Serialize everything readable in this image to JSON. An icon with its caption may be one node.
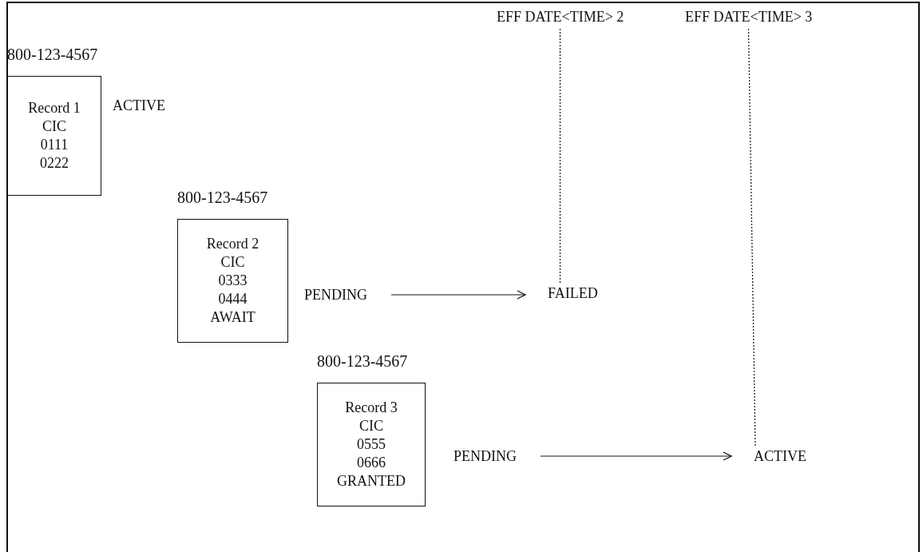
{
  "diagram": {
    "nodes": [
      {
        "text": [
          "EFF DATE<TIME> 2"
        ]
      },
      {
        "text": [
          "EFF DATE<TIME> 3"
        ]
      },
      {
        "text": [
          "800-123-4567",
          "Record 1",
          "CIC",
          "0111",
          "0222"
        ],
        "beside": [
          "ACTIVE"
        ]
      },
      {
        "text": [
          "800-123-4567",
          "Record 2",
          "CIC",
          "0333",
          "0444",
          "AWAIT"
        ]
      },
      {
        "text": [
          "PENDING"
        ]
      },
      {
        "text": [
          "FAILED"
        ]
      },
      {
        "text": [
          "800-123-4567",
          "Record 3",
          "CIC",
          "0555",
          "0666",
          "GRANTED"
        ]
      },
      {
        "text": [
          "PENDING"
        ]
      },
      {
        "text": [
          "ACTIVE"
        ]
      }
    ],
    "edges": [
      {
        "from": 0,
        "to": 5,
        "arrow": "none",
        "style": "dashed"
      },
      {
        "from": 1,
        "to": 8,
        "arrow": "none",
        "style": "dashed"
      },
      {
        "from": 4,
        "to": 5,
        "arrow": "to"
      },
      {
        "from": 7,
        "to": 8,
        "arrow": "to"
      }
    ]
  }
}
